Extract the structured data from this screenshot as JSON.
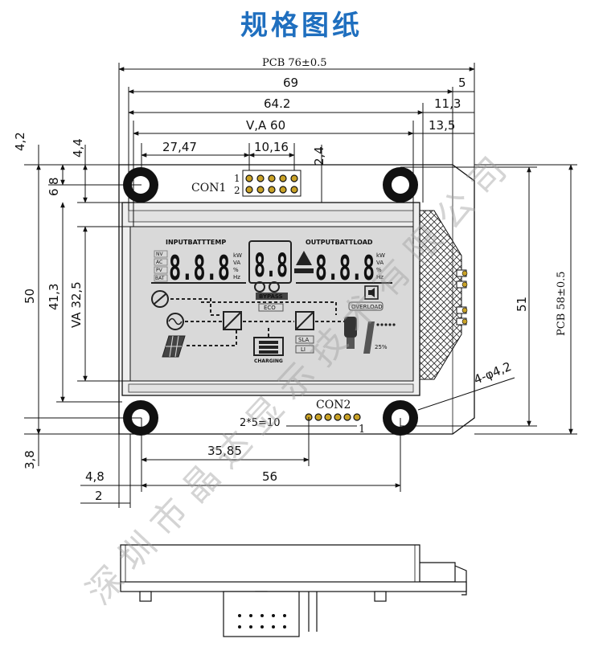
{
  "title": "规格图纸",
  "watermark": "深圳市晶达显示技术有限公司",
  "colors": {
    "title": "#1f6fbf",
    "line": "#111111",
    "lcd_bg": "#d7d7d7",
    "lcd_segment": "#222222"
  },
  "dimensions": {
    "pcb_width": "PCB 76±0.5",
    "d69": "69",
    "d5": "5",
    "d64_2": "64.2",
    "d11_3": "11,3",
    "va60": "V,A 60",
    "d13_5": "13,5",
    "d27_47": "27,47",
    "d10_16": "10,16",
    "d2_4": "2,4",
    "d4_2": "4,2",
    "d4_4": "4,4",
    "d8": "8",
    "d6": "6",
    "d50": "50",
    "d41_3": "41,3",
    "va32_5": "VA 32,5",
    "d51": "51",
    "pcb_height": "PCB 58±0.5",
    "holes": "4-φ4,2",
    "d3_8": "3,8",
    "pitch": "2*5=10",
    "d35_85": "35,85",
    "d4_8": "4,8",
    "d56": "56",
    "d2": "2"
  },
  "connectors": {
    "con1": "CON1",
    "con1_pin1": "1",
    "con1_pin2": "2",
    "con2": "CON2",
    "con2_pin1": "1"
  },
  "lcd": {
    "input_label": "INPUTBATTTEMP",
    "output_label": "OUTPUTBATTLOAD",
    "digits": "8.8.8",
    "mid_digits": "8.8",
    "units_left": [
      "kW",
      "VA",
      "%",
      "Hz"
    ],
    "units_right": [
      "kW",
      "VA",
      "%",
      "Hz"
    ],
    "side_tags": [
      "NV",
      "AC",
      "PV",
      "BAT"
    ],
    "bypass": "BYPASS",
    "eco": "ECO",
    "overload": "OVERLOAD",
    "charging": "CHARGING",
    "sla": "SLA",
    "li": "LI",
    "percent": "25%"
  }
}
